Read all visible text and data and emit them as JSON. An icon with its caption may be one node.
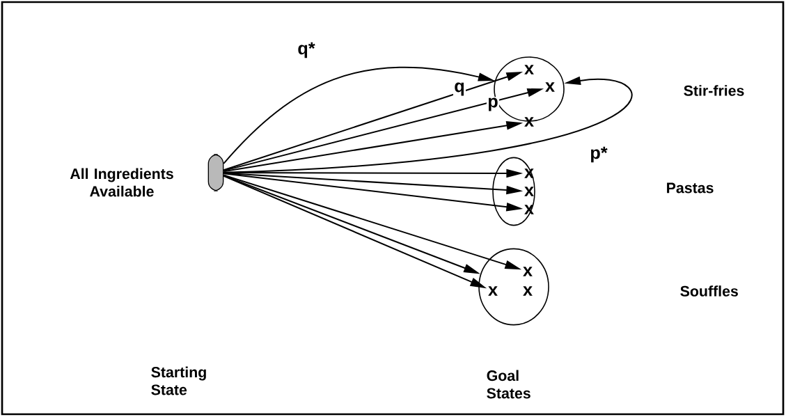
{
  "diagram": {
    "nodes": [
      {
        "text": [],
        "shape": "oval",
        "beside": [
          "All Ingredients Available"
        ]
      },
      {
        "text": [],
        "shape": "circle"
      },
      {
        "text": [
          "x"
        ],
        "in": 1
      },
      {
        "text": [
          "x"
        ],
        "in": 1
      },
      {
        "text": [
          "x"
        ],
        "in": 1
      },
      {
        "text": [],
        "shape": "circle"
      },
      {
        "text": [
          "x"
        ],
        "in": 5
      },
      {
        "text": [
          "x"
        ],
        "in": 5
      },
      {
        "text": [
          "x"
        ],
        "in": 5
      },
      {
        "text": [],
        "shape": "circle"
      },
      {
        "text": [
          "x"
        ],
        "in": 9
      },
      {
        "text": [
          "x"
        ],
        "in": 9
      },
      {
        "text": [
          "x"
        ],
        "in": 9
      }
    ],
    "edges": [
      {
        "from": 0,
        "to": 1,
        "arrow": "to",
        "label": "q*"
      },
      {
        "from": 0,
        "to": 2,
        "arrow": "to",
        "label": "q"
      },
      {
        "from": 0,
        "to": 3,
        "arrow": "to",
        "label": "p"
      },
      {
        "from": 0,
        "to": 4,
        "arrow": "to"
      },
      {
        "from": 0,
        "to": 1,
        "arrow": "to",
        "label": "p*"
      },
      {
        "from": 0,
        "to": 6,
        "arrow": "to"
      },
      {
        "from": 0,
        "to": 7,
        "arrow": "to"
      },
      {
        "from": 0,
        "to": 8,
        "arrow": "to"
      },
      {
        "from": 0,
        "to": 9,
        "arrow": "to"
      },
      {
        "from": 0,
        "to": 10,
        "arrow": "to"
      },
      {
        "from": 0,
        "to": 11,
        "arrow": "to"
      }
    ],
    "labels": [
      "Stir-fries",
      "Pastas",
      "Starting State",
      "Souffles",
      "Goal States"
    ]
  }
}
